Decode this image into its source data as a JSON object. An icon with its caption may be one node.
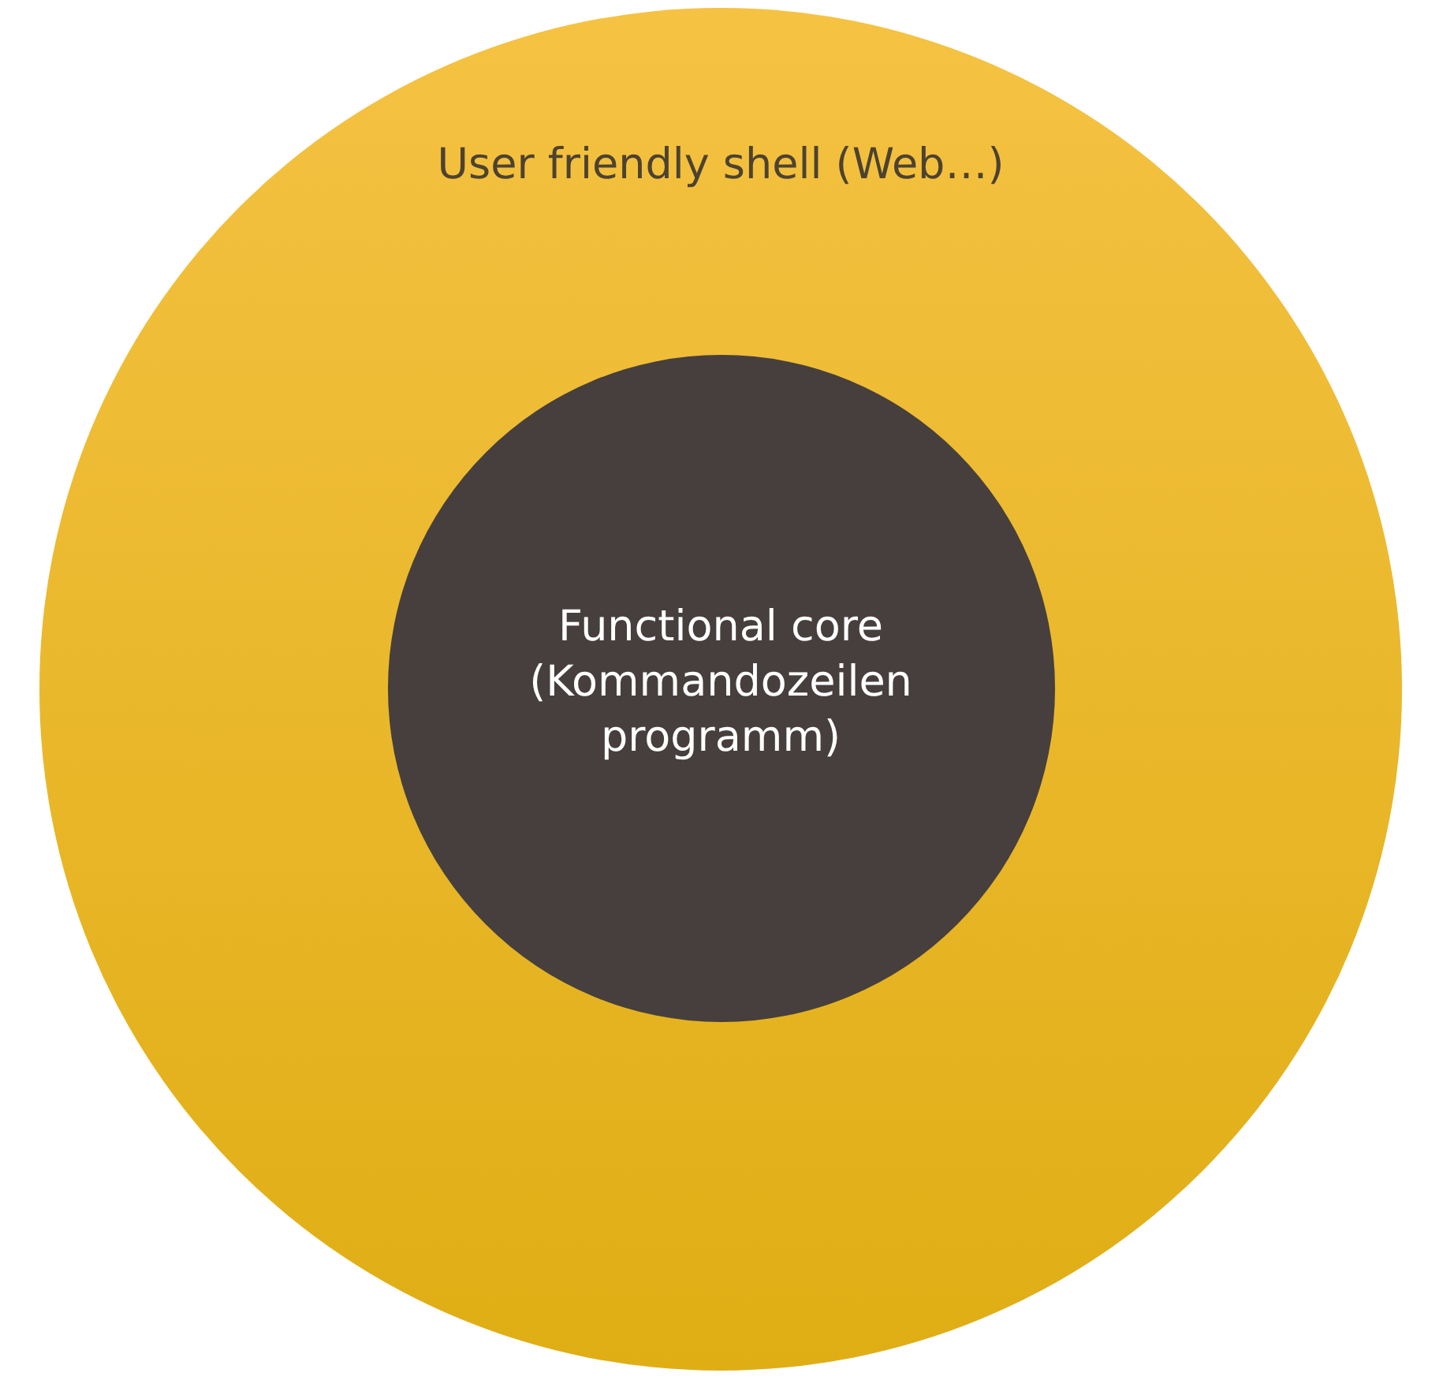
{
  "diagram": {
    "nodes": [
      {
        "text": [
          "User friendly shell (Web…)"
        ]
      },
      {
        "text": [
          "Functional core (Kommandozeilen programm)"
        ],
        "in": 0
      }
    ]
  }
}
